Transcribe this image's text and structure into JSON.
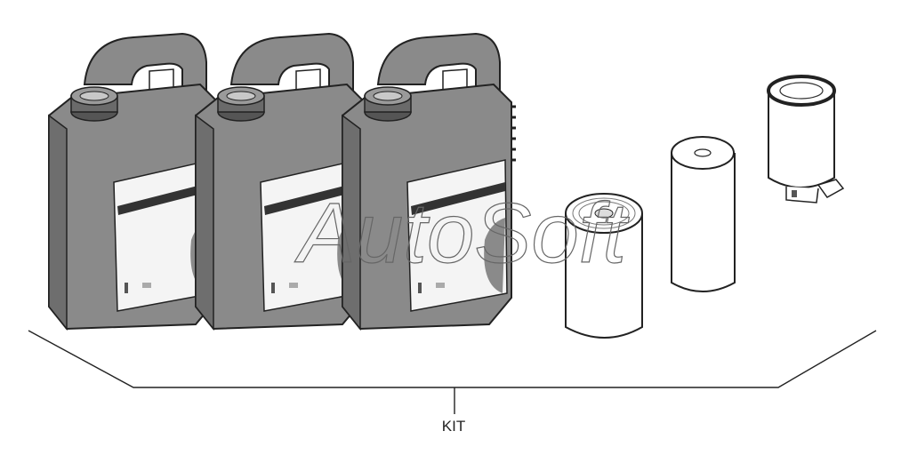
{
  "diagram": {
    "kit_label": "KIT",
    "watermark_text": "AutoSoft",
    "colors": {
      "jug_body": "#8a8a8a",
      "jug_shade": "#6e6e6e",
      "label_panel": "#f4f4f4",
      "outline": "#222222",
      "filter_fill": "#ffffff"
    },
    "parts": [
      {
        "name": "oil-jug-1",
        "icon": "oil-jug-icon"
      },
      {
        "name": "oil-jug-2",
        "icon": "oil-jug-icon"
      },
      {
        "name": "oil-jug-3",
        "icon": "oil-jug-icon"
      },
      {
        "name": "oil-filter",
        "icon": "oil-filter-icon"
      },
      {
        "name": "fuel-filter",
        "icon": "fuel-filter-icon"
      },
      {
        "name": "fuel-water-separator",
        "icon": "fuel-water-separator-icon"
      }
    ]
  }
}
